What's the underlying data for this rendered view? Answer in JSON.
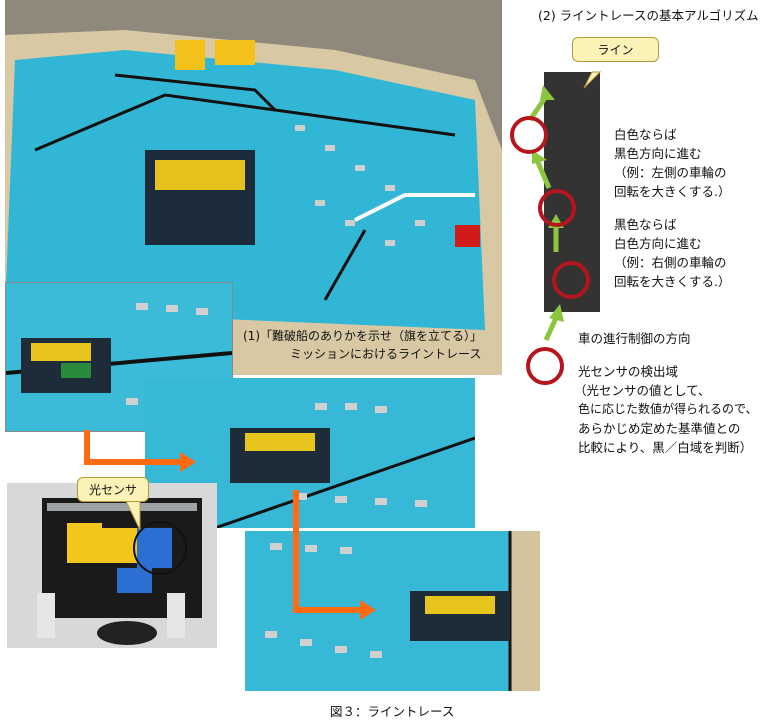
{
  "diagram": {
    "title": "(2) ライントレースの基本アルゴリズム",
    "line_label": "ライン",
    "white_rule": [
      "白色ならば",
      "黒色方向に進む",
      "（例：左側の車輪の",
      "回転を大きくする.）"
    ],
    "black_rule": [
      "黒色ならば",
      "白色方向に進む",
      "（例：右側の車輪の",
      "回転を大きくする.）"
    ],
    "direction_label": "車の進行制御の方向",
    "sensor_area": [
      "光センサの検出域",
      "（光センサの値として、",
      "色に応じた数値が得られるので、",
      "あらかじめ定めた基準値との",
      "比較により、黒／白域を判断）"
    ],
    "colors": {
      "black_line": "#333333",
      "arrow_green": "#8cc63f",
      "circle_red": "#b5161d",
      "callout_fill": "#fbf2b8"
    }
  },
  "photos": {
    "caption": [
      "(1)「難破船のありかを示せ（旗を立てる）」",
      "ミッションにおけるライントレース"
    ],
    "sensor_callout": "光センサ",
    "flow_arrow_color": "#ff6a13",
    "mat_color": "#32b6d6"
  },
  "figure_caption": "図３：ライントレース"
}
